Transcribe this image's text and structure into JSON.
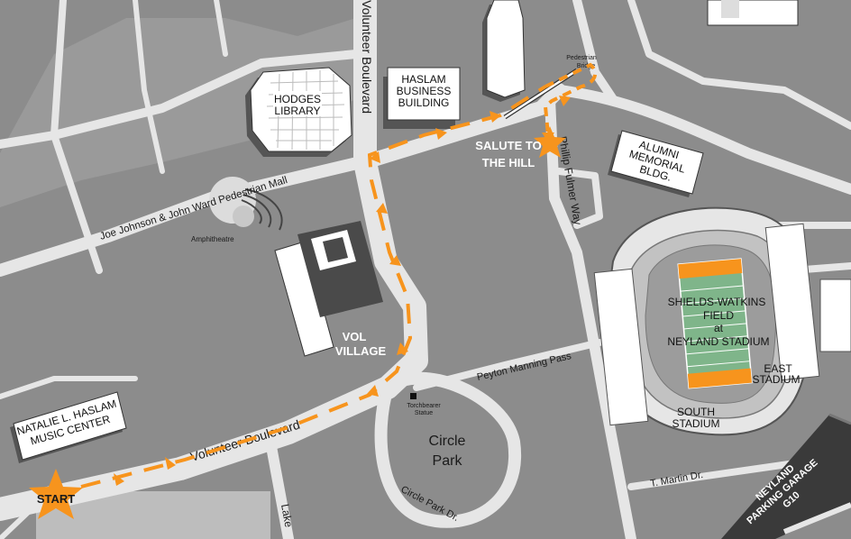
{
  "buildings": {
    "hodges_library": [
      "HODGES",
      "LIBRARY"
    ],
    "haslam_business": [
      "HASLAM",
      "BUSINESS",
      "BUILDING"
    ],
    "alumni_memorial": [
      "ALUMNI",
      "MEMORIAL",
      "BLDG."
    ],
    "music_center": [
      "NATALIE L. HASLAM",
      "MUSIC CENTER"
    ],
    "vol_village": [
      "VOL",
      "VILLAGE"
    ],
    "parking_garage": [
      "NEYLAND",
      "PARKING GARAGE",
      "G10"
    ]
  },
  "stadium": {
    "field_name": [
      "SHIELDS-WATKINS",
      "FIELD",
      "at",
      "NEYLAND STADIUM"
    ],
    "east": [
      "EAST",
      "STADIUM"
    ],
    "south": [
      "SOUTH",
      "STADIUM"
    ]
  },
  "streets": {
    "volunteer_blvd_vertical": "Volunteer Boulevard",
    "volunteer_blvd_horizontal": "Volunteer Boulevard",
    "pedestrian_mall": "Joe Johnson & John Ward Pedestrian Mall",
    "phillip_fulmer_way": "Phillip Fulmer Way",
    "peyton_manning_pass": "Peyton Manning Pass",
    "circle_park_dr": "Circle Park Dr.",
    "t_martin_dr": "T. Martin Dr.",
    "lake": "Lake"
  },
  "landmarks": {
    "pedestrian_bridge": [
      "Pedestrian",
      "Bridge"
    ],
    "amphitheatre": "Amphitheatre",
    "torchbearer": [
      "Torchbearer",
      "Statue"
    ],
    "circle_park": [
      "Circle",
      "Park"
    ]
  },
  "markers": {
    "start": "START",
    "salute": [
      "SALUTE TO",
      "THE HILL"
    ]
  },
  "colors": {
    "background": "#8c8c8c",
    "road": "#e9e9e9",
    "building": "#ffffff",
    "dark_building": "#4a4a4a",
    "route": "#f7941d",
    "field": "#7fb58a"
  }
}
